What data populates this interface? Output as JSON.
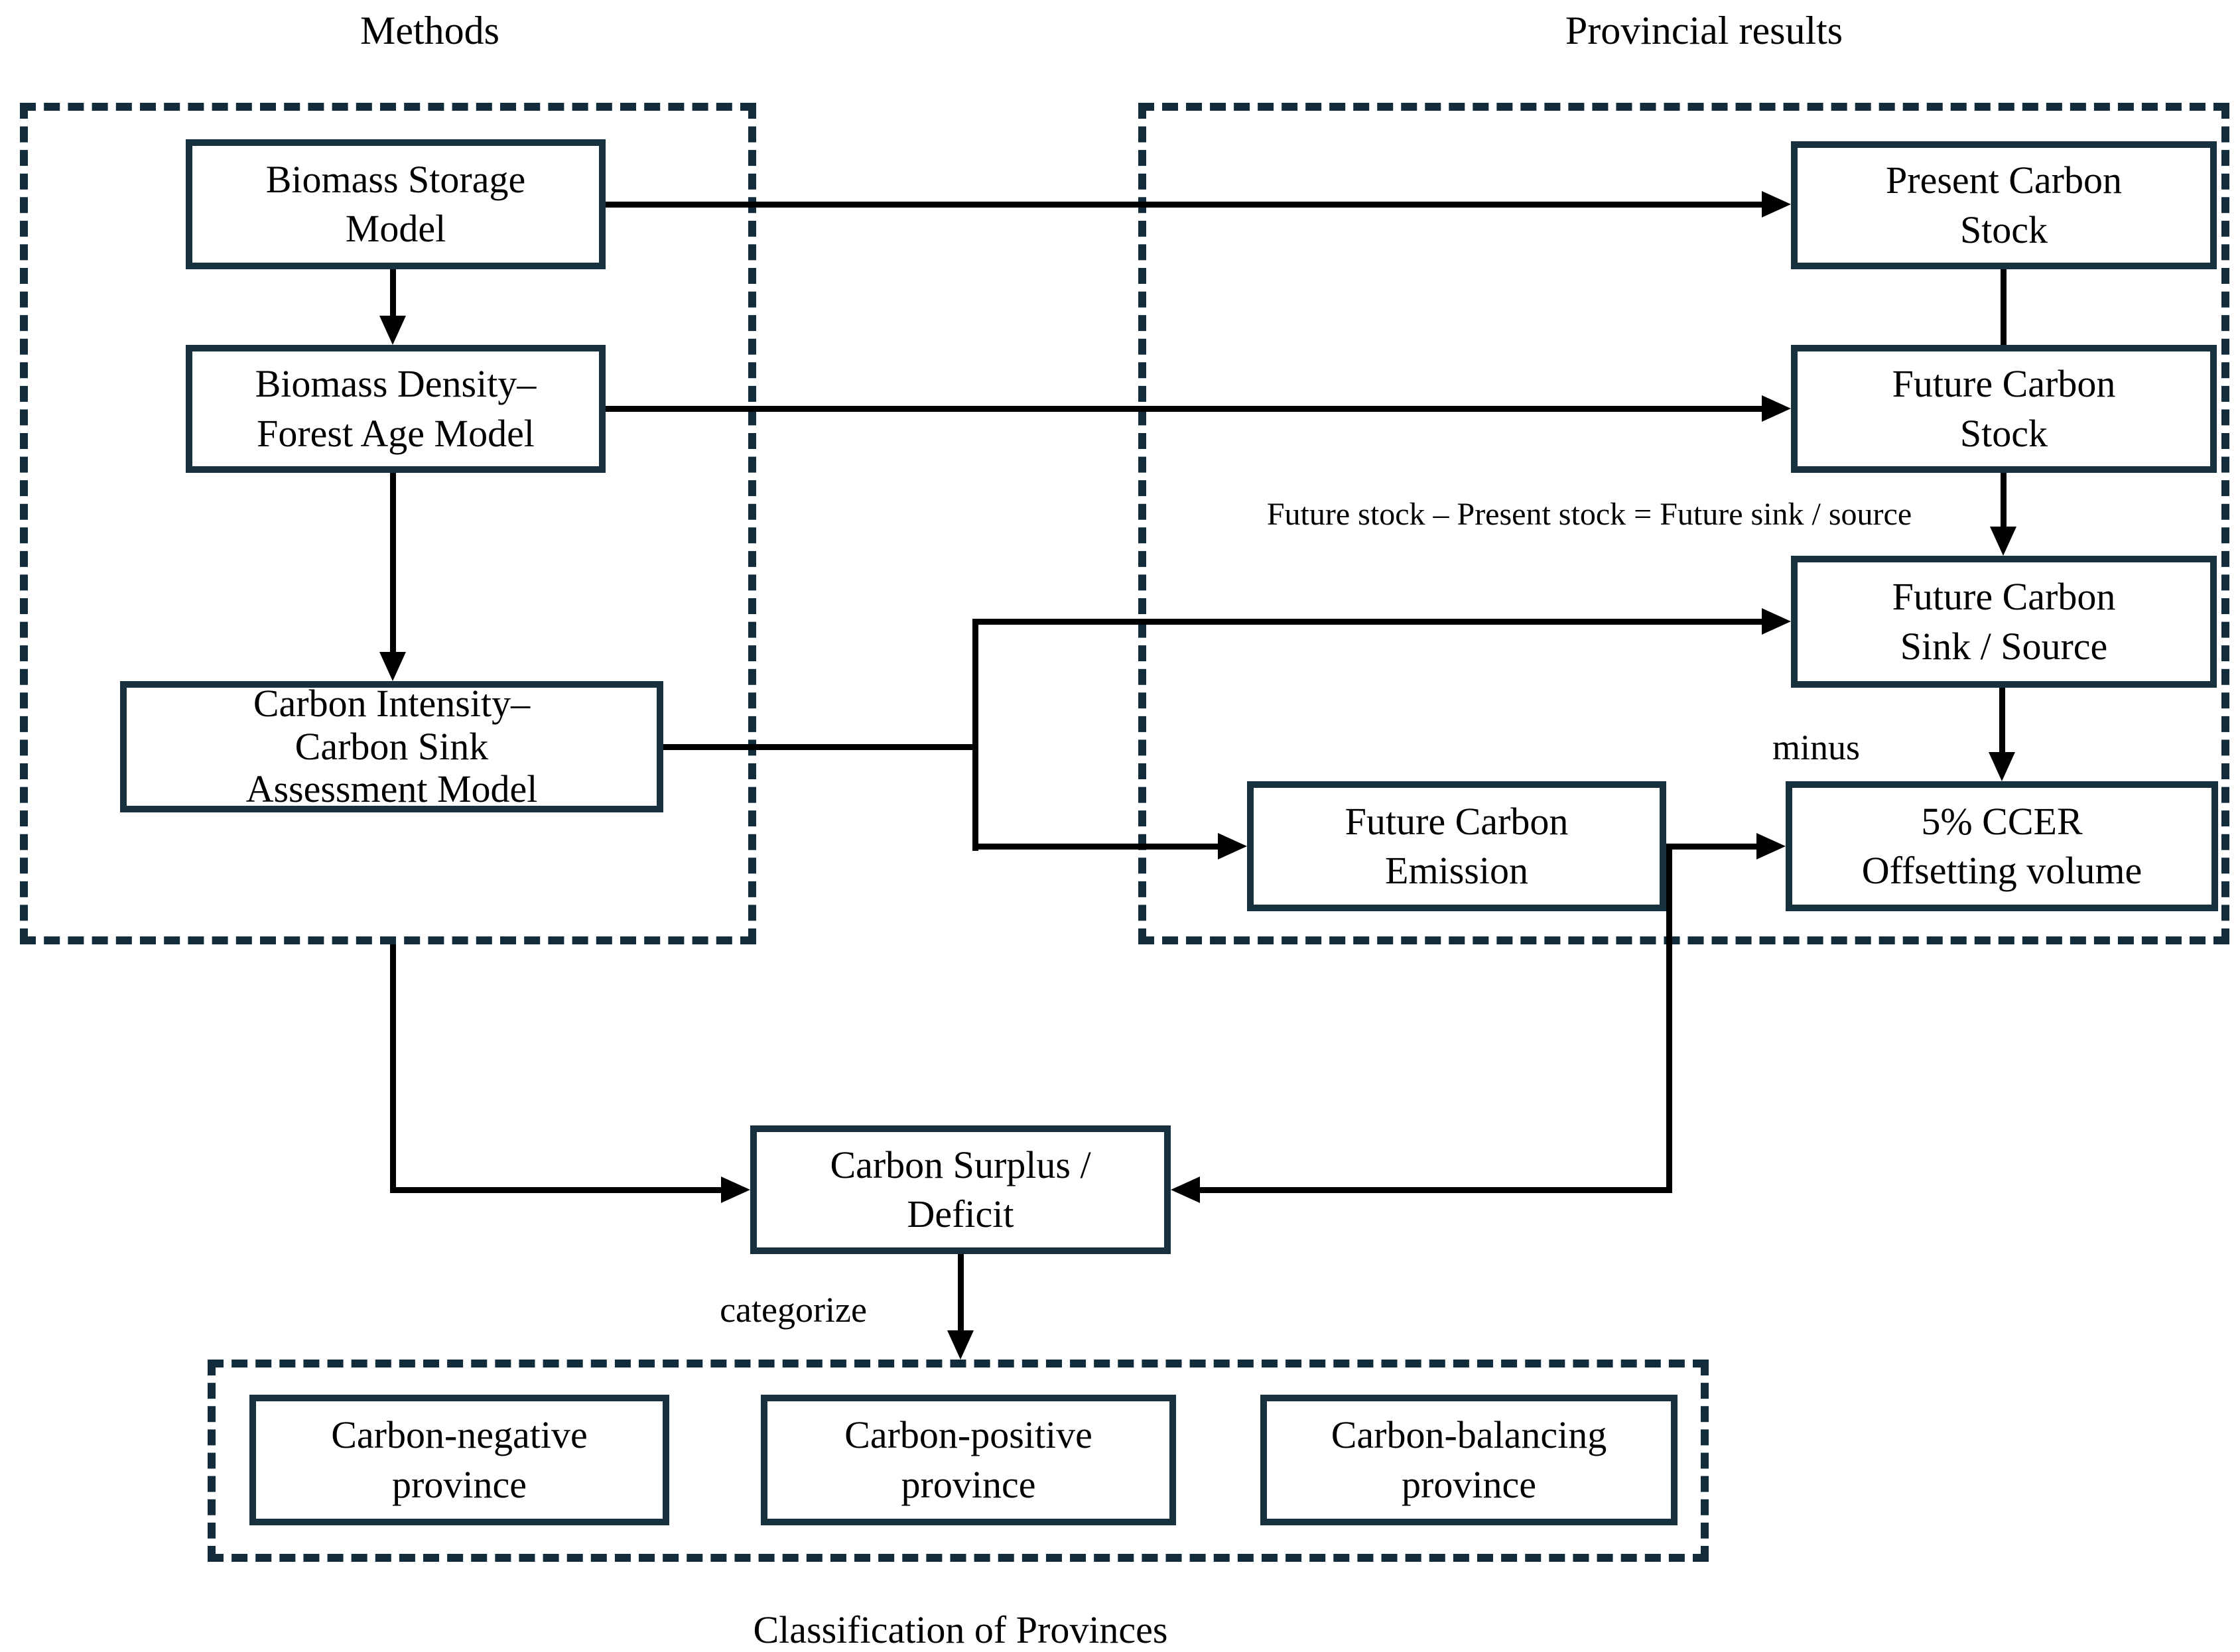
{
  "titles": {
    "methods": "Methods",
    "provincial_results": "Provincial results"
  },
  "nodes": {
    "biomass_storage": {
      "lines": [
        "Biomass Storage",
        "Model"
      ]
    },
    "biomass_density": {
      "lines": [
        "Biomass Density–",
        "Forest Age Model"
      ]
    },
    "carbon_intensity": {
      "lines": [
        "Carbon Intensity–",
        "Carbon Sink",
        "Assessment Model"
      ]
    },
    "present_stock": {
      "lines": [
        "Present Carbon",
        "Stock"
      ]
    },
    "future_stock": {
      "lines": [
        "Future Carbon",
        "Stock"
      ]
    },
    "future_sink_source": {
      "lines": [
        "Future Carbon",
        "Sink / Source"
      ]
    },
    "future_emission": {
      "lines": [
        "Future Carbon",
        "Emission"
      ]
    },
    "ccer_offsetting": {
      "lines": [
        "5% CCER",
        "Offsetting volume"
      ]
    },
    "surplus_deficit": {
      "lines": [
        "Carbon Surplus /",
        "Deficit"
      ]
    },
    "carbon_negative": {
      "lines": [
        "Carbon-negative",
        "province"
      ]
    },
    "carbon_positive": {
      "lines": [
        "Carbon-positive",
        "province"
      ]
    },
    "carbon_balancing": {
      "lines": [
        "Carbon-balancing",
        "province"
      ]
    }
  },
  "annotations": {
    "equation": "Future stock – Present stock = Future sink / source",
    "minus": "minus",
    "categorize": "categorize",
    "classification_caption": "Classification of Provinces"
  },
  "colors": {
    "box_border": "#17313f",
    "dashed_border": "#122c3c",
    "arrow": "#000000",
    "text": "#000000",
    "background": "#ffffff"
  }
}
